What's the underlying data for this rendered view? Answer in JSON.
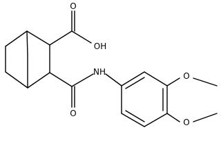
{
  "molecule": {
    "bond_color": "#000000",
    "atom_labels": {
      "hydroxyl": "OH",
      "carbonyl_acid_oxygen": "O",
      "amide_nh": "NH",
      "amide_oxygen": "O",
      "methoxy_top_oxygen": "O",
      "methoxy_bottom_oxygen": "O"
    }
  }
}
